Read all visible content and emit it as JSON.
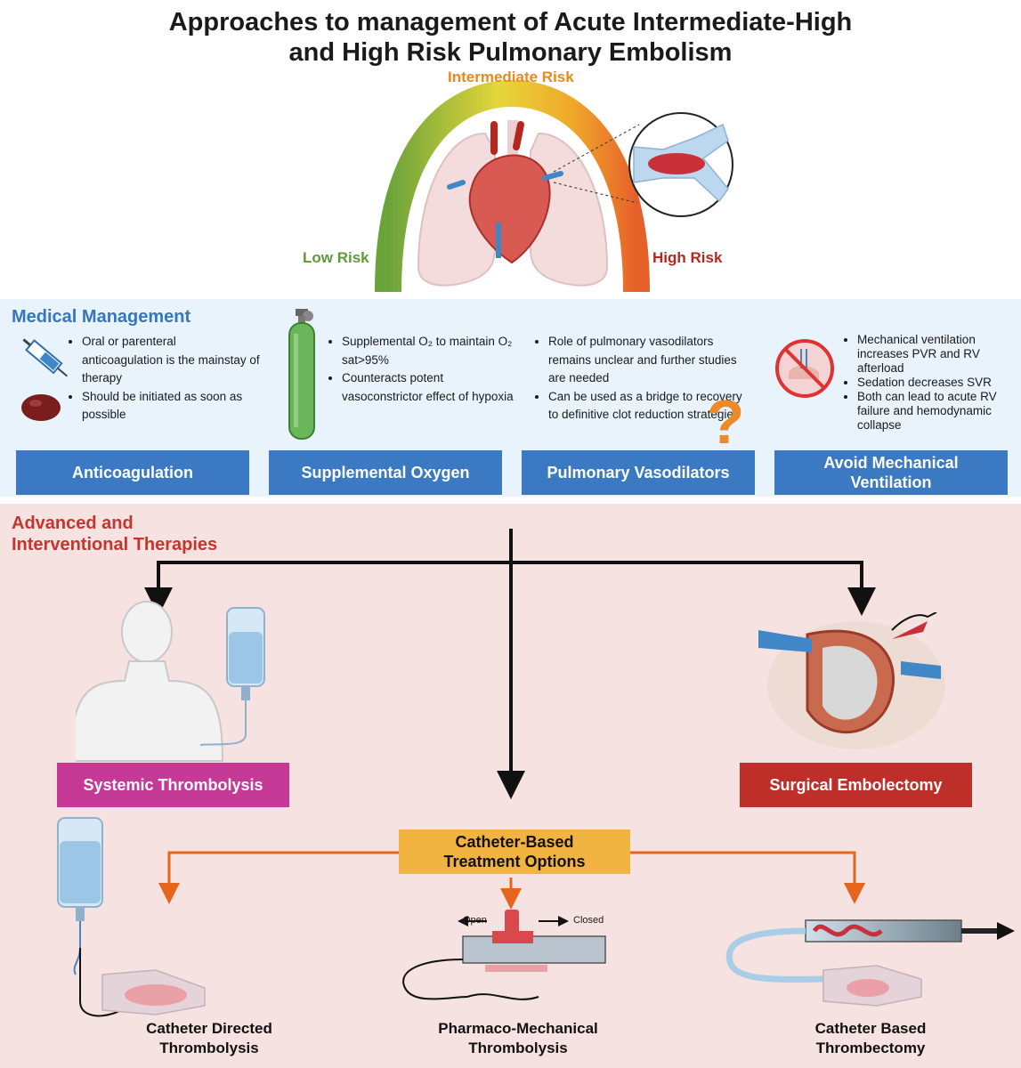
{
  "title": {
    "line1": "Approaches to management of Acute Intermediate-High",
    "line2": "and High Risk Pulmonary Embolism"
  },
  "risk_gauge": {
    "low": "Low Risk",
    "intermediate": "Intermediate Risk",
    "high": "High Risk",
    "colors": {
      "low": "#5e9a3a",
      "intermediate": "#e8881f",
      "high": "#b5261e"
    }
  },
  "medical": {
    "title": "Medical Management",
    "columns": [
      {
        "label": "Anticoagulation",
        "icon": "syringe-icon",
        "bullets": [
          "Oral or parenteral anticoagulation is the mainstay of therapy",
          "Should be initiated as soon as possible"
        ]
      },
      {
        "label": "Supplemental Oxygen",
        "icon": "oxygen-tank-icon",
        "bullets": [
          "Supplemental O₂ to maintain O₂ sat>95%",
          "Counteracts potent vasoconstrictor effect of hypoxia"
        ]
      },
      {
        "label": "Pulmonary Vasodilators",
        "icon": "question-mark-icon",
        "bullets": [
          "Role of pulmonary vasodilators remains unclear and further studies are needed",
          "Can be used as a bridge to recovery to definitive clot reduction strategies"
        ]
      },
      {
        "label": "Avoid Mechanical Ventilation",
        "icon": "no-ventilation-icon",
        "bullets": [
          "Mechanical ventilation increases PVR and RV afterload",
          "Sedation decreases SVR",
          "Both can lead to acute RV failure and hemodynamic collapse"
        ]
      }
    ]
  },
  "advanced": {
    "title_line1": "Advanced and",
    "title_line2": "Interventional Therapies",
    "systemic": "Systemic Thrombolysis",
    "surgical": "Surgical Embolectomy",
    "catheter_box": "Catheter-Based Treatment Options",
    "open_label": "Open",
    "closed_label": "Closed",
    "options": [
      {
        "line1": "Catheter Directed",
        "line2": "Thrombolysis"
      },
      {
        "line1": "Pharmaco-Mechanical",
        "line2": "Thrombolysis"
      },
      {
        "line1": "Catheter Based",
        "line2": "Thrombectomy"
      }
    ],
    "colors": {
      "systemic": "#c63a97",
      "surgical": "#bf2f2a",
      "catheter": "#f2b440",
      "arrow": "#e5651f"
    }
  }
}
